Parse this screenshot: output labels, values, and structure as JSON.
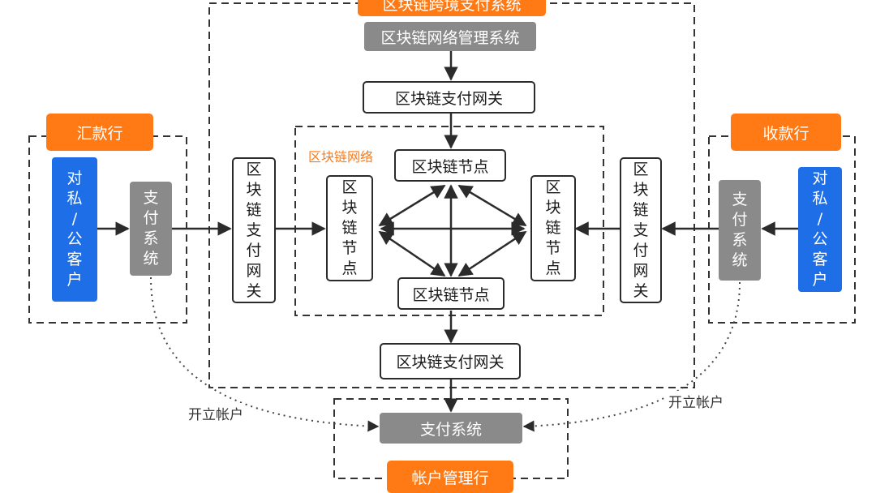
{
  "system_title": "区块链跨境支付系统",
  "network_mgmt": "区块链网络管理系统",
  "gateway_top": "区块链支付网关",
  "gateway_bottom": "区块链支付网关",
  "network_label": "区块链网络",
  "node_top": "区块链节点",
  "node_bottom": "区块链节点",
  "node_left": "区块链节点",
  "node_right": "区块链节点",
  "gateway_left": "区块链支付网关",
  "gateway_right": "区块链支付网关",
  "remit_bank": "汇款行",
  "receive_bank": "收款行",
  "left_customer": "对私/公客户",
  "right_customer": "对私/公客户",
  "left_pay_sys": "支付系统",
  "right_pay_sys": "支付系统",
  "center_pay_sys": "支付系统",
  "account_bank": "帐户管理行",
  "open_account_left": "开立帐户",
  "open_account_right": "开立帐户",
  "colors": {
    "orange": "#ff7a14",
    "blue": "#1e6ee8",
    "gray": "#8a8a8a"
  }
}
